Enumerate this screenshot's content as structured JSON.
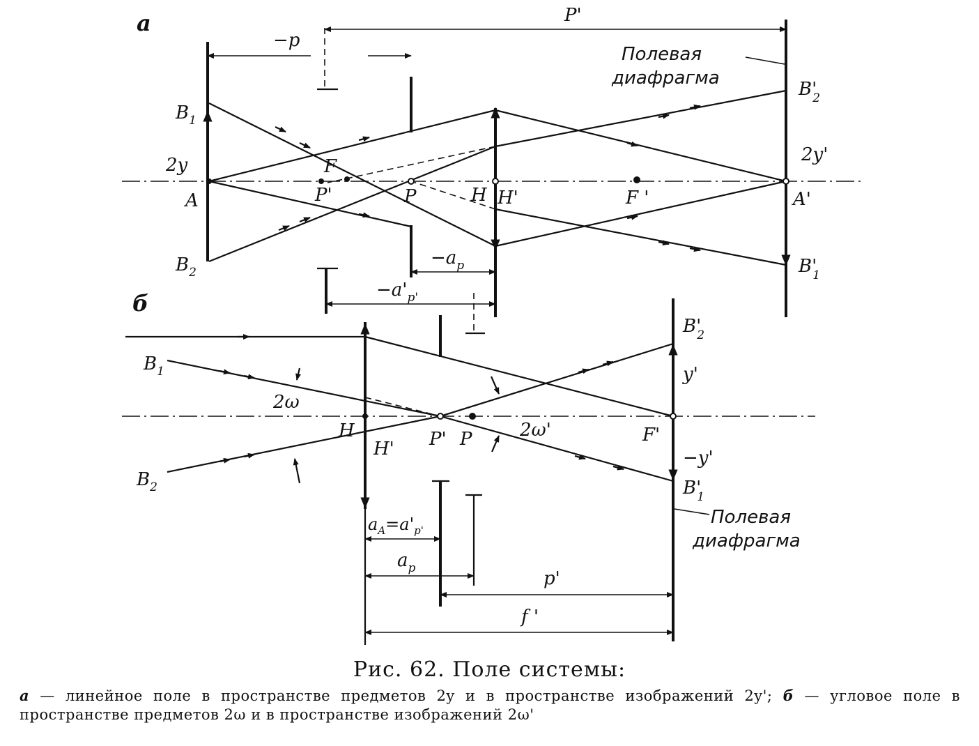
{
  "panels": {
    "a": "а",
    "b": "б"
  },
  "panel_a": {
    "labels": {
      "B1": "B",
      "B1_sub": "1",
      "B2": "B",
      "B2_sub": "2",
      "two_y": "2y",
      "A": "A",
      "F": "F",
      "P_prime": "P'",
      "P": "P",
      "H": "H",
      "H_prime": "H'",
      "F_prime": "F '",
      "A_prime": "A'",
      "two_y_prime": "2y'",
      "B2_prime": "B'",
      "B2_prime_sub": "2",
      "B1_prime": "B'",
      "B1_prime_sub": "1"
    },
    "dims": {
      "minus_p": "−p",
      "p_prime": "P'",
      "minus_a_p": "−a",
      "minus_a_p_sub": "p",
      "minus_a_prime_p_prime": "−a'",
      "minus_a_prime_p_prime_sub": "p'"
    },
    "note_line1": "Полевая",
    "note_line2": "диафрагма"
  },
  "panel_b": {
    "labels": {
      "B1": "B",
      "B1_sub": "1",
      "B2": "B",
      "B2_sub": "2",
      "two_omega": "2ω",
      "H": "H",
      "H_prime": "H'",
      "P_prime": "P'",
      "P": "P",
      "two_omega_prime": "2ω'",
      "F_prime": "F'",
      "B2_prime": "B'",
      "B2_prime_sub": "2",
      "y_prime": "y'",
      "minus_y_prime": "−y'",
      "B1_prime": "B'",
      "B1_prime_sub": "1"
    },
    "dims": {
      "aA": "a",
      "aA_sub": "A",
      "eq": "=",
      "a_prime_p_prime": "a'",
      "a_prime_p_prime_sub": "p'",
      "a_p": "a",
      "a_p_sub": "p",
      "p_prime": "p'",
      "f_prime": "f '"
    },
    "note_line1": "Полевая",
    "note_line2": "диафрагма"
  },
  "caption": {
    "title": "Рис. 62. Поле системы:",
    "body_a": "а",
    "body": " — линейное поле в пространстве предметов 2y и в пространстве изображений 2y'; ",
    "body_b": "б",
    "body2": " — угловое поле в пространстве предметов 2ω и в пространстве изображений 2ω'"
  }
}
